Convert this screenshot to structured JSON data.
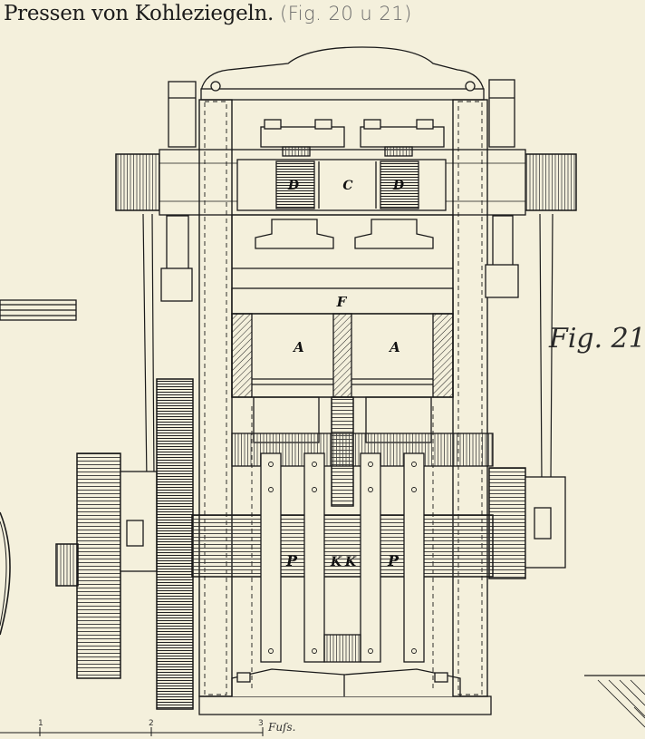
{
  "title": {
    "main": "Pressen von Kohleziegeln.",
    "figure_ref": "(Fig. 20 u 21)"
  },
  "figure_label": "Fig. 21.",
  "part_labels": {
    "C": "C",
    "D_left": "D",
    "D_right": "D",
    "F": "F",
    "A_left": "A",
    "A_right": "A",
    "P_left": "P",
    "P_right": "P",
    "K_left": "K",
    "K_right": "K"
  },
  "scale_bar": {
    "unit": "Fuſs.",
    "ticks": [
      "1",
      "2",
      "3"
    ]
  },
  "colors": {
    "paper": "#f4f0dc",
    "ink": "#1a1a1a"
  }
}
